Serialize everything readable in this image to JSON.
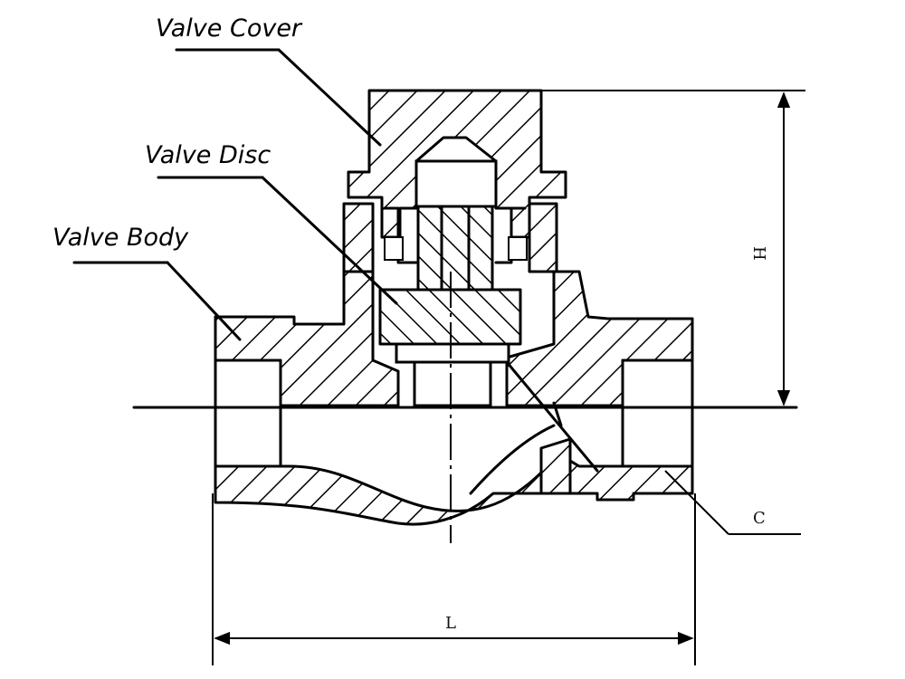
{
  "labels": {
    "valve_cover": "Valve Cover",
    "valve_disc": "Valve Disc",
    "valve_body": "Valve Body",
    "dim_h": "H",
    "dim_l": "L",
    "dim_c": "C"
  },
  "colors": {
    "line": "#000000",
    "background": "#ffffff"
  }
}
